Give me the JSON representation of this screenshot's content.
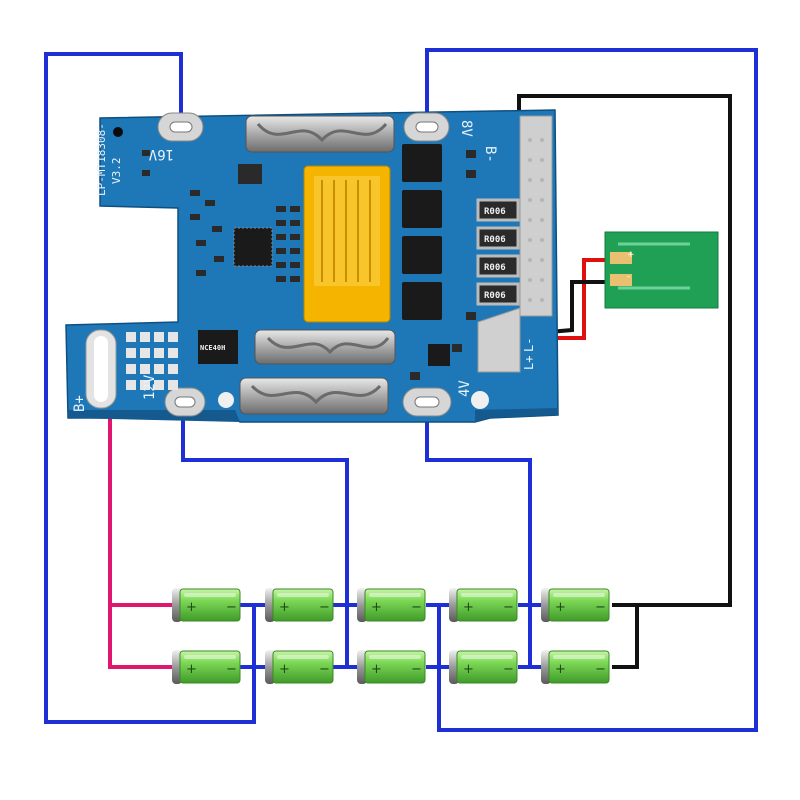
{
  "board": {
    "model": "LP-MT18308-",
    "version": "V3.2",
    "tap_16v": "16V",
    "tap_8v": "8V",
    "tap_12v": "12V",
    "tap_4v": "4V",
    "b_plus": "B+",
    "b_minus": "B-",
    "resistor_code": "R006",
    "ic_code": "NCE40H",
    "colors": {
      "pcb": "#1e78b8",
      "pcb_dark": "#145a8e",
      "connector": "#f5b400",
      "pad": "#c8c8c8"
    }
  },
  "sensor": {
    "plus": "+",
    "minus": "-",
    "color": "#1fa055"
  },
  "output_labels": {
    "l_minus": "L-",
    "l_plus": "L+"
  },
  "cells": {
    "rows": 2,
    "per_row": 5,
    "plus": "+",
    "minus": "−",
    "color": "#7ed957"
  },
  "wire_colors": {
    "balance": "#1f2fd6",
    "positive": "#e0176f",
    "negative": "#111111",
    "red": "#e01010"
  }
}
